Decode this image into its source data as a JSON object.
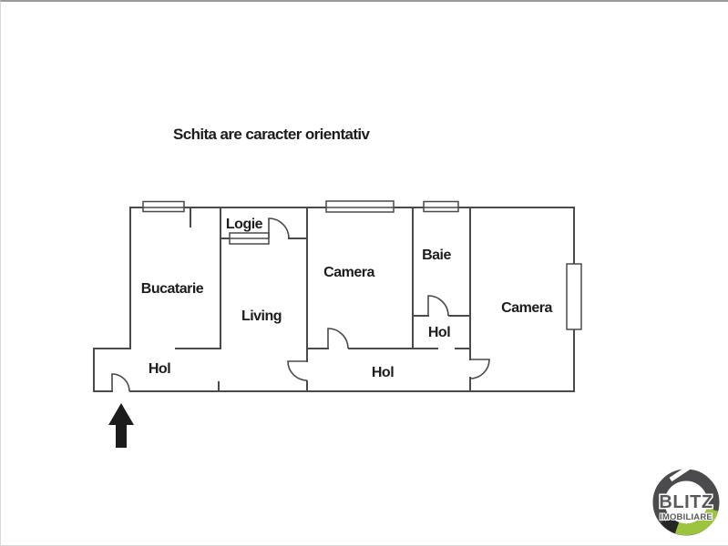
{
  "note": {
    "text": "Schita are caracter orientativ"
  },
  "floorplan": {
    "rooms": [
      {
        "name": "bucatarie",
        "label": "Bucatarie"
      },
      {
        "name": "logie",
        "label": "Logie"
      },
      {
        "name": "living",
        "label": "Living"
      },
      {
        "name": "camera-1",
        "label": "Camera"
      },
      {
        "name": "baie",
        "label": "Baie"
      },
      {
        "name": "hol-mic",
        "label": "Hol"
      },
      {
        "name": "camera-2",
        "label": "Camera"
      },
      {
        "name": "hol-intrare",
        "label": "Hol"
      },
      {
        "name": "hol-central",
        "label": "Hol"
      }
    ]
  },
  "branding": {
    "logo_line1": "BLITZ",
    "logo_line2": "IMOBILIARE"
  },
  "colors": {
    "bg": "#ffffff",
    "wall": "#4a4a4c",
    "text": "#1d1d1d",
    "frame": "#9a9a9a",
    "frame-light": "#d8d8d8",
    "logo-ring": "#4b4b4d",
    "logo-green": "#9cc43f",
    "logo-dark": "#262626",
    "logo-text": "#58595b",
    "arrow": "#1c1c1c"
  }
}
